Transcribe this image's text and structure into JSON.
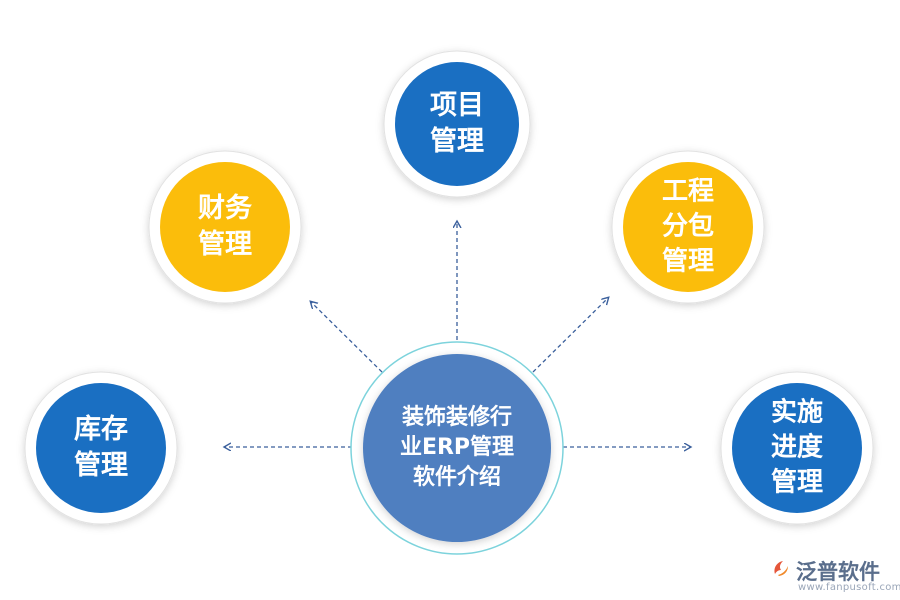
{
  "diagram": {
    "center": {
      "lines": [
        "装饰装修行",
        "业ERP管理",
        "软件介绍"
      ],
      "fill": "#4f7fc0",
      "ring": "#7dd3dc"
    },
    "nodes": [
      {
        "id": "project",
        "lines": [
          "项目",
          "管理"
        ],
        "fill": "#1a6fc2"
      },
      {
        "id": "finance",
        "lines": [
          "财务",
          "管理"
        ],
        "fill": "#fbbd0b"
      },
      {
        "id": "subcontract",
        "lines": [
          "工程",
          "分包",
          "管理"
        ],
        "fill": "#fbbd0b"
      },
      {
        "id": "inventory",
        "lines": [
          "库存",
          "管理"
        ],
        "fill": "#1a6fc2"
      },
      {
        "id": "progress",
        "lines": [
          "实施",
          "进度",
          "管理"
        ],
        "fill": "#1a6fc2"
      }
    ],
    "arrow_color": "#3a5f9c"
  },
  "watermark": {
    "name": "泛普软件",
    "url": "www.fanpusoft.com"
  }
}
